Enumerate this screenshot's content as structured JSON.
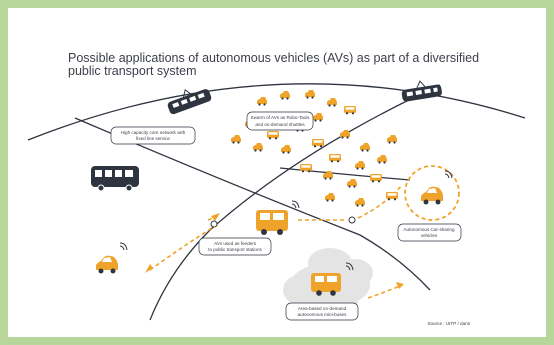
{
  "title": {
    "line1": "Possible applications of autonomous vehicles (AVs) as part of a diversified",
    "line2": "public transport system"
  },
  "labels": {
    "core_network": [
      "High capacity core network with",
      "fixed line service"
    ],
    "swarm": [
      "Swarm of AVs as Robo-Taxis",
      "and on-demand shuttles"
    ],
    "feeders": [
      "AVs used as feeders",
      "to public transport stations"
    ],
    "car_sharing": [
      "Autonomous Car-sharing",
      "vehicles"
    ],
    "mini_buses": [
      "Area-based on-demand",
      "autonomous mini-buses"
    ]
  },
  "source": "Source : UITP / dans",
  "colors": {
    "frame": "#b7d79a",
    "accent": "#f0a32a",
    "dark": "#2f3540",
    "cloud": "#e4e4e4"
  },
  "icons": [
    "tram-icon",
    "bus-icon",
    "car-icon",
    "mini-bus-icon",
    "wifi-signal-icon",
    "station-node-icon",
    "cloud-icon"
  ]
}
